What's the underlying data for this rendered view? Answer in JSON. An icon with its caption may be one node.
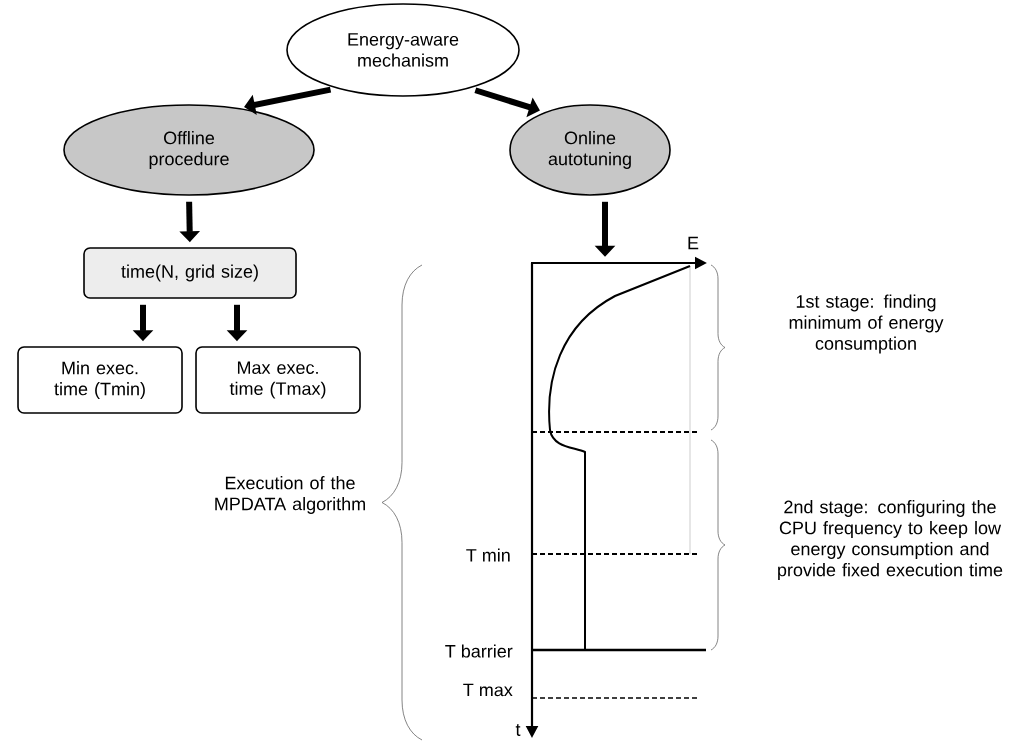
{
  "diagram": {
    "nodes": [
      {
        "text": [
          "Energy-aware mechanism"
        ]
      },
      {
        "text": [
          "Offline procedure"
        ]
      },
      {
        "text": [
          "Online autotuning"
        ]
      },
      {
        "text": [
          "time(N, grid size)"
        ]
      },
      {
        "text": [
          "Min exec. time (Tmin)"
        ]
      },
      {
        "text": [
          "Max exec. time (Tmax)"
        ]
      },
      {
        "text": [],
        "shape": "chart"
      }
    ],
    "edges": [
      {
        "from": 0,
        "to": 1,
        "arrow": "to"
      },
      {
        "from": 0,
        "to": 2,
        "arrow": "to"
      },
      {
        "from": 1,
        "to": 3,
        "arrow": "to"
      },
      {
        "from": 3,
        "to": 4,
        "arrow": "to"
      },
      {
        "from": 3,
        "to": 5,
        "arrow": "to"
      },
      {
        "from": 2,
        "to": 6,
        "arrow": "to"
      }
    ],
    "labels": [
      "E",
      "1st stage: finding minimum of energy consumption",
      "Execution of the MPDATA algorithm",
      "2nd stage: configuring the CPU frequency to keep low energy consumption and provide fixed execution time",
      "T min",
      "T barrier",
      "T max",
      "t"
    ]
  }
}
